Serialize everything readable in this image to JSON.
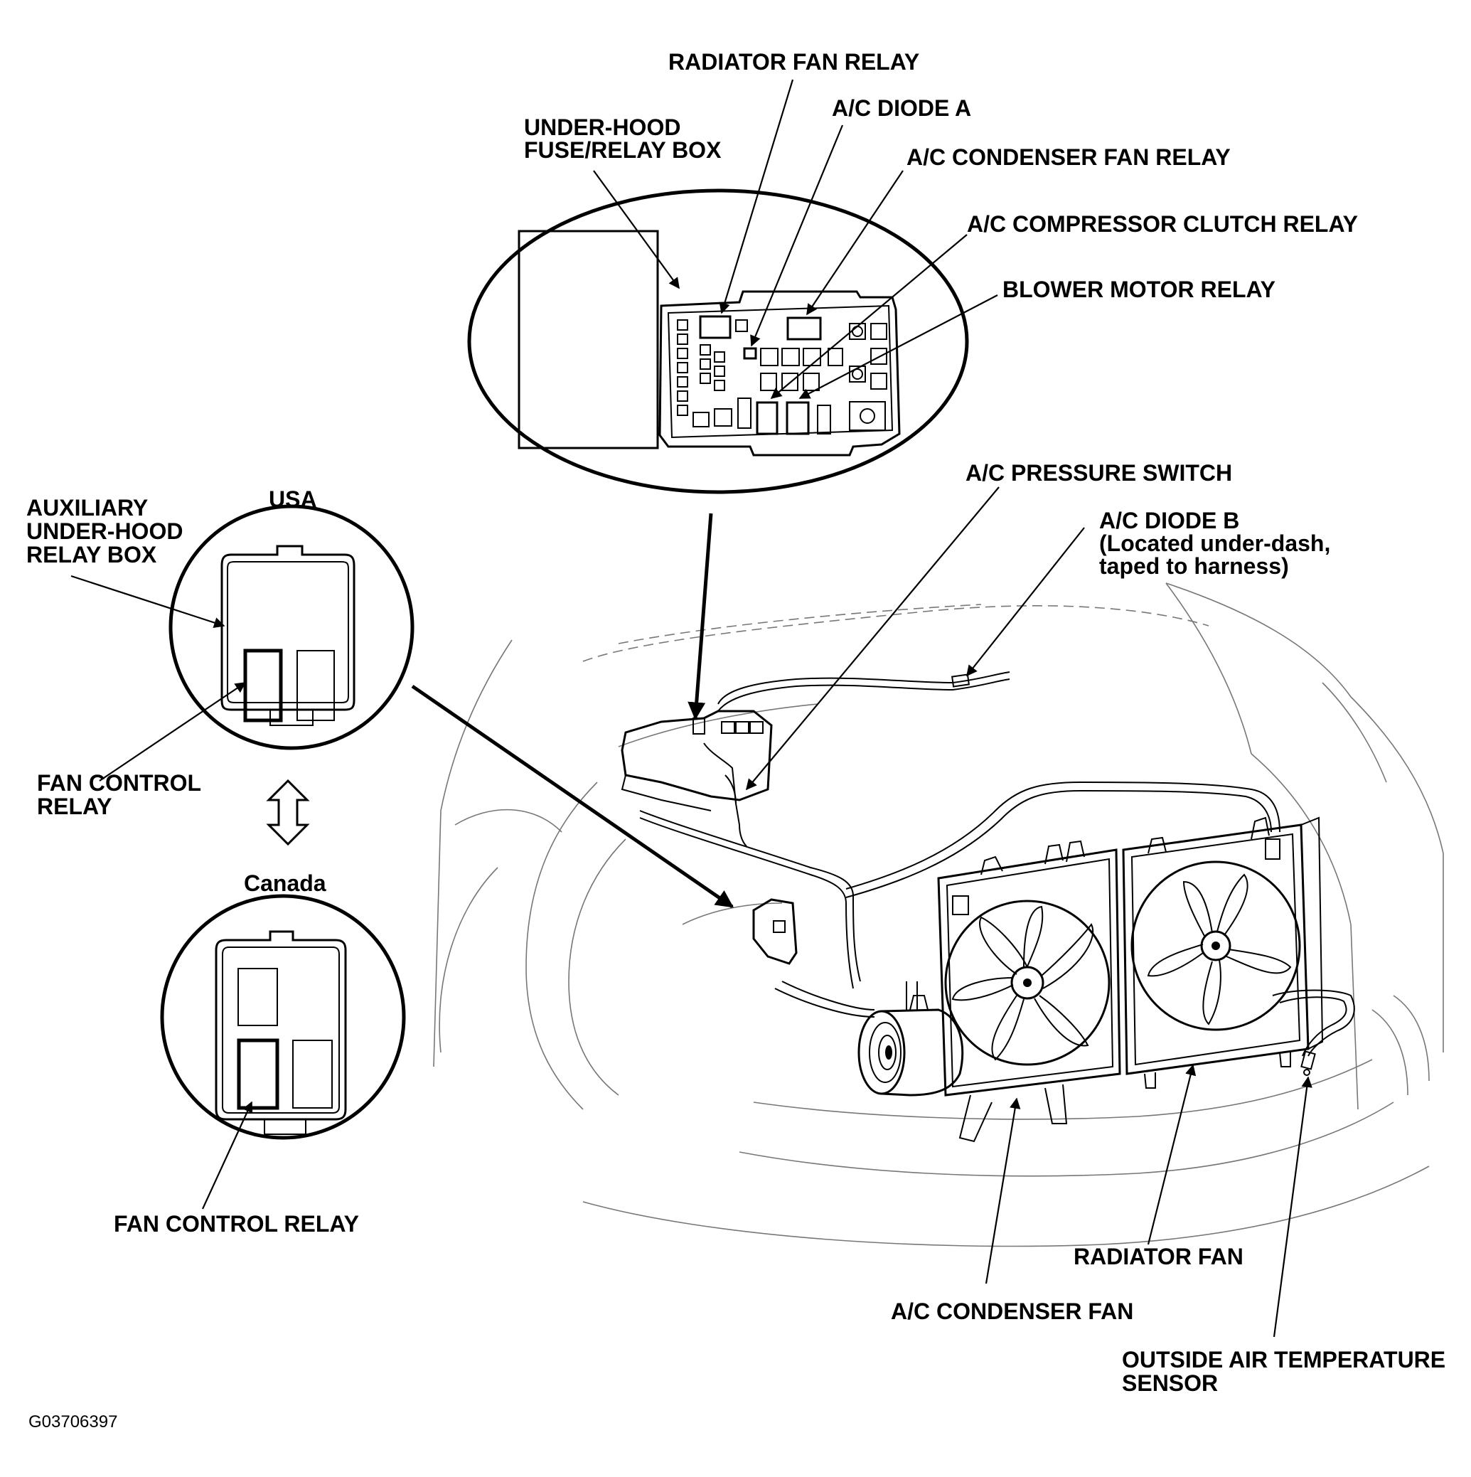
{
  "labels": {
    "radiator_fan_relay": "RADIATOR FAN RELAY",
    "ac_diode_a": "A/C DIODE A",
    "under_hood_box_line1": "UNDER-HOOD",
    "under_hood_box_line2": "FUSE/RELAY BOX",
    "ac_condenser_fan_relay": "A/C CONDENSER FAN RELAY",
    "ac_compressor_clutch_relay": "A/C COMPRESSOR CLUTCH RELAY",
    "blower_motor_relay": "BLOWER MOTOR RELAY",
    "ac_pressure_switch": "A/C PRESSURE SWITCH",
    "ac_diode_b_line1": "A/C DIODE B",
    "ac_diode_b_line2": "(Located under-dash,",
    "ac_diode_b_line3": "taped to harness)",
    "usa": "USA",
    "aux_box_line1": "AUXILIARY",
    "aux_box_line2": "UNDER-HOOD",
    "aux_box_line3": "RELAY BOX",
    "fan_control_relay_line1": "FAN CONTROL",
    "fan_control_relay_line2": "RELAY",
    "canada": "Canada",
    "fan_control_relay_canada": "FAN CONTROL RELAY",
    "radiator_fan": "RADIATOR FAN",
    "ac_condenser_fan": "A/C CONDENSER FAN",
    "outside_air_temp_line1": "OUTSIDE AIR TEMPERATURE",
    "outside_air_temp_line2": "SENSOR",
    "figure_ref": "G03706397"
  }
}
